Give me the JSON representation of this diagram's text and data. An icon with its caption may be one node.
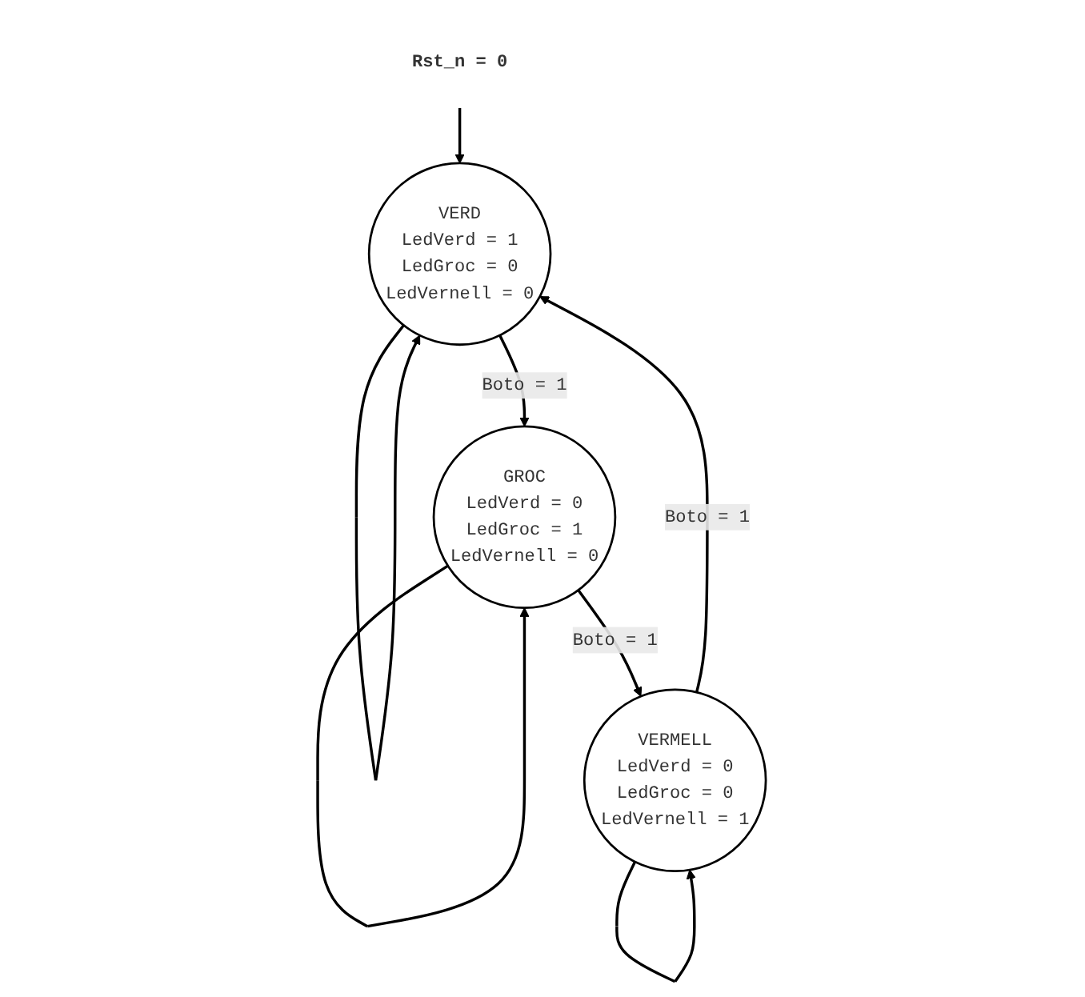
{
  "diagram": {
    "nodes": [
      {
        "text": [
          "Rst_n = 0"
        ]
      },
      {
        "text": [
          "VERD",
          "LedVerd = 1",
          "LedGroc = 0",
          "LedVernell = 0"
        ]
      },
      {
        "text": [
          "GROC",
          "LedVerd = 0",
          "LedGroc = 1",
          "LedVernell = 0"
        ]
      },
      {
        "text": [
          "VERMELL",
          "LedVerd = 0",
          "LedGroc = 0",
          "LedVernell = 1"
        ]
      }
    ],
    "edges": [
      {
        "from": 0,
        "to": 1,
        "arrow": "to"
      },
      {
        "from": 1,
        "to": 1,
        "arrow": "to"
      },
      {
        "from": 1,
        "to": 2,
        "arrow": "to",
        "label": "Boto = 1"
      },
      {
        "from": 2,
        "to": 2,
        "arrow": "to"
      },
      {
        "from": 2,
        "to": 3,
        "arrow": "to",
        "label": "Boto = 1"
      },
      {
        "from": 3,
        "to": 3,
        "arrow": "to"
      },
      {
        "from": 3,
        "to": 1,
        "arrow": "to",
        "label": "Boto = 1"
      }
    ]
  }
}
